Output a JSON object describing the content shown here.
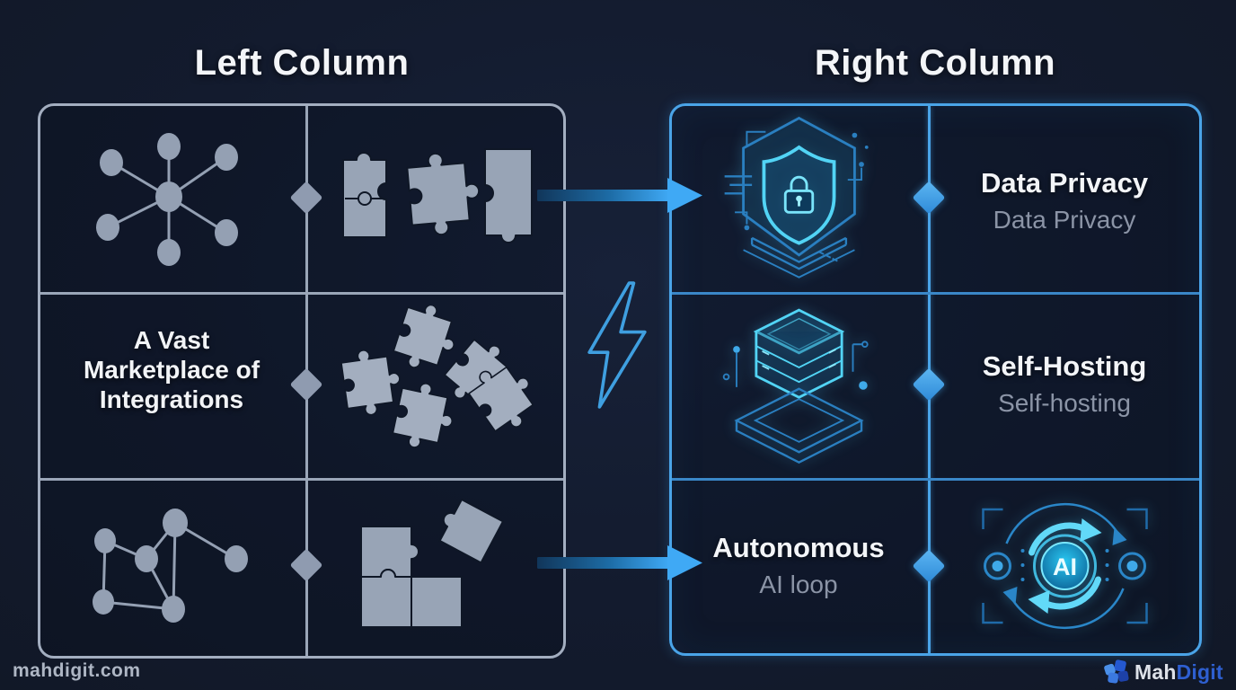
{
  "header": {
    "left_title": "Left Column",
    "right_title": "Right Column",
    "title_color": "#f3f5f8"
  },
  "left_panel": {
    "border_color": "#a3aec0",
    "icon_color": "#94a0b3",
    "diamond_color": "#8f9bb0",
    "rows": [
      {
        "left_icon": "hub-network-icon",
        "right_icon": "puzzle-pieces-row-icon"
      },
      {
        "text": "A Vast Marketplace of Integrations",
        "right_icon": "puzzle-pieces-scattered-icon"
      },
      {
        "left_icon": "mesh-network-icon",
        "right_icon": "puzzle-assembly-icon"
      }
    ]
  },
  "right_panel": {
    "border_color": "#4aa4e8",
    "diamond_color": "#3f9ae8",
    "icon_glow_color": "#52d4f5",
    "rows": [
      {
        "icon": "shield-lock-icon",
        "title": "Data Privacy",
        "subtitle": "Data Privacy"
      },
      {
        "icon": "server-stack-icon",
        "title": "Self-Hosting",
        "subtitle": "Self-hosting"
      },
      {
        "icon": "ai-loop-icon",
        "icon_label": "AI",
        "title": "Autonomous",
        "subtitle": "AI loop"
      }
    ]
  },
  "connectors": {
    "arrow_gradient_start": "#11365a",
    "arrow_gradient_end": "#3fa9f5",
    "lightning_color": "#3f9fe0"
  },
  "footer": {
    "watermark": "mahdigit.com",
    "brand": {
      "first": "Mah",
      "second": "Digit",
      "second_color": "#2e5fd0"
    }
  }
}
